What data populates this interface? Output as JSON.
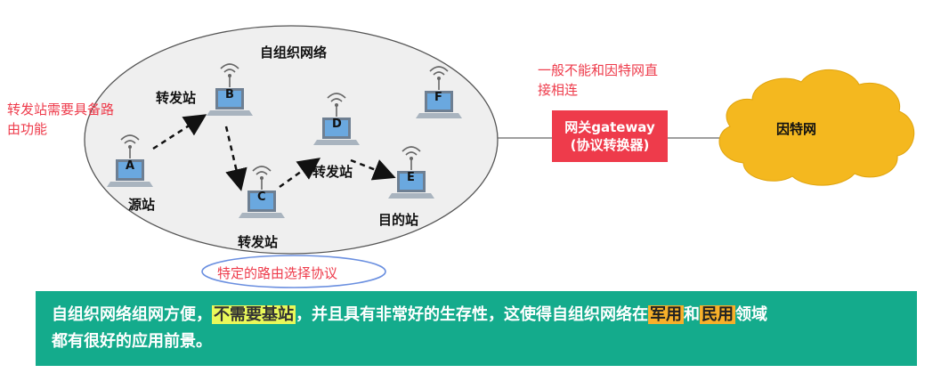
{
  "network_title": "自组织网络",
  "nodes": [
    {
      "id": "A",
      "label": "A"
    },
    {
      "id": "B",
      "label": "B"
    },
    {
      "id": "C",
      "label": "C"
    },
    {
      "id": "D",
      "label": "D"
    },
    {
      "id": "E",
      "label": "E"
    },
    {
      "id": "F",
      "label": "F"
    }
  ],
  "labels": {
    "source": "源站",
    "relay_b": "转发站",
    "relay_c": "转发站",
    "relay_d": "转发站",
    "destination": "目的站"
  },
  "annotations": {
    "routing_requirement_line1": "转发站需要具备路",
    "routing_requirement_line2": "由功能",
    "internet_note_line1": "一般不能和因特网直",
    "internet_note_line2": "接相连",
    "routing_protocol": "特定的路由选择协议"
  },
  "gateway": {
    "line1": "网关gateway",
    "line2": "(协议转换器)"
  },
  "internet_label": "因特网",
  "banner": {
    "part1": "自组织网络组网方便，",
    "highlight1": "不需要基站",
    "part2": "，并且具有非常好的生存性，这使得自组织网络在",
    "highlight2": "军用",
    "part3": "和",
    "highlight3": "民用",
    "part4": "领域",
    "line2": "都有很好的应用前景。"
  },
  "colors": {
    "accent_red": "#ee3b4b",
    "banner_green": "#14ab8c",
    "cloud_yellow": "#f4b81f",
    "highlight_yellow": "#e9f85a",
    "highlight_orange": "#f7b02a",
    "underline_blue": "#6a8fe0"
  }
}
